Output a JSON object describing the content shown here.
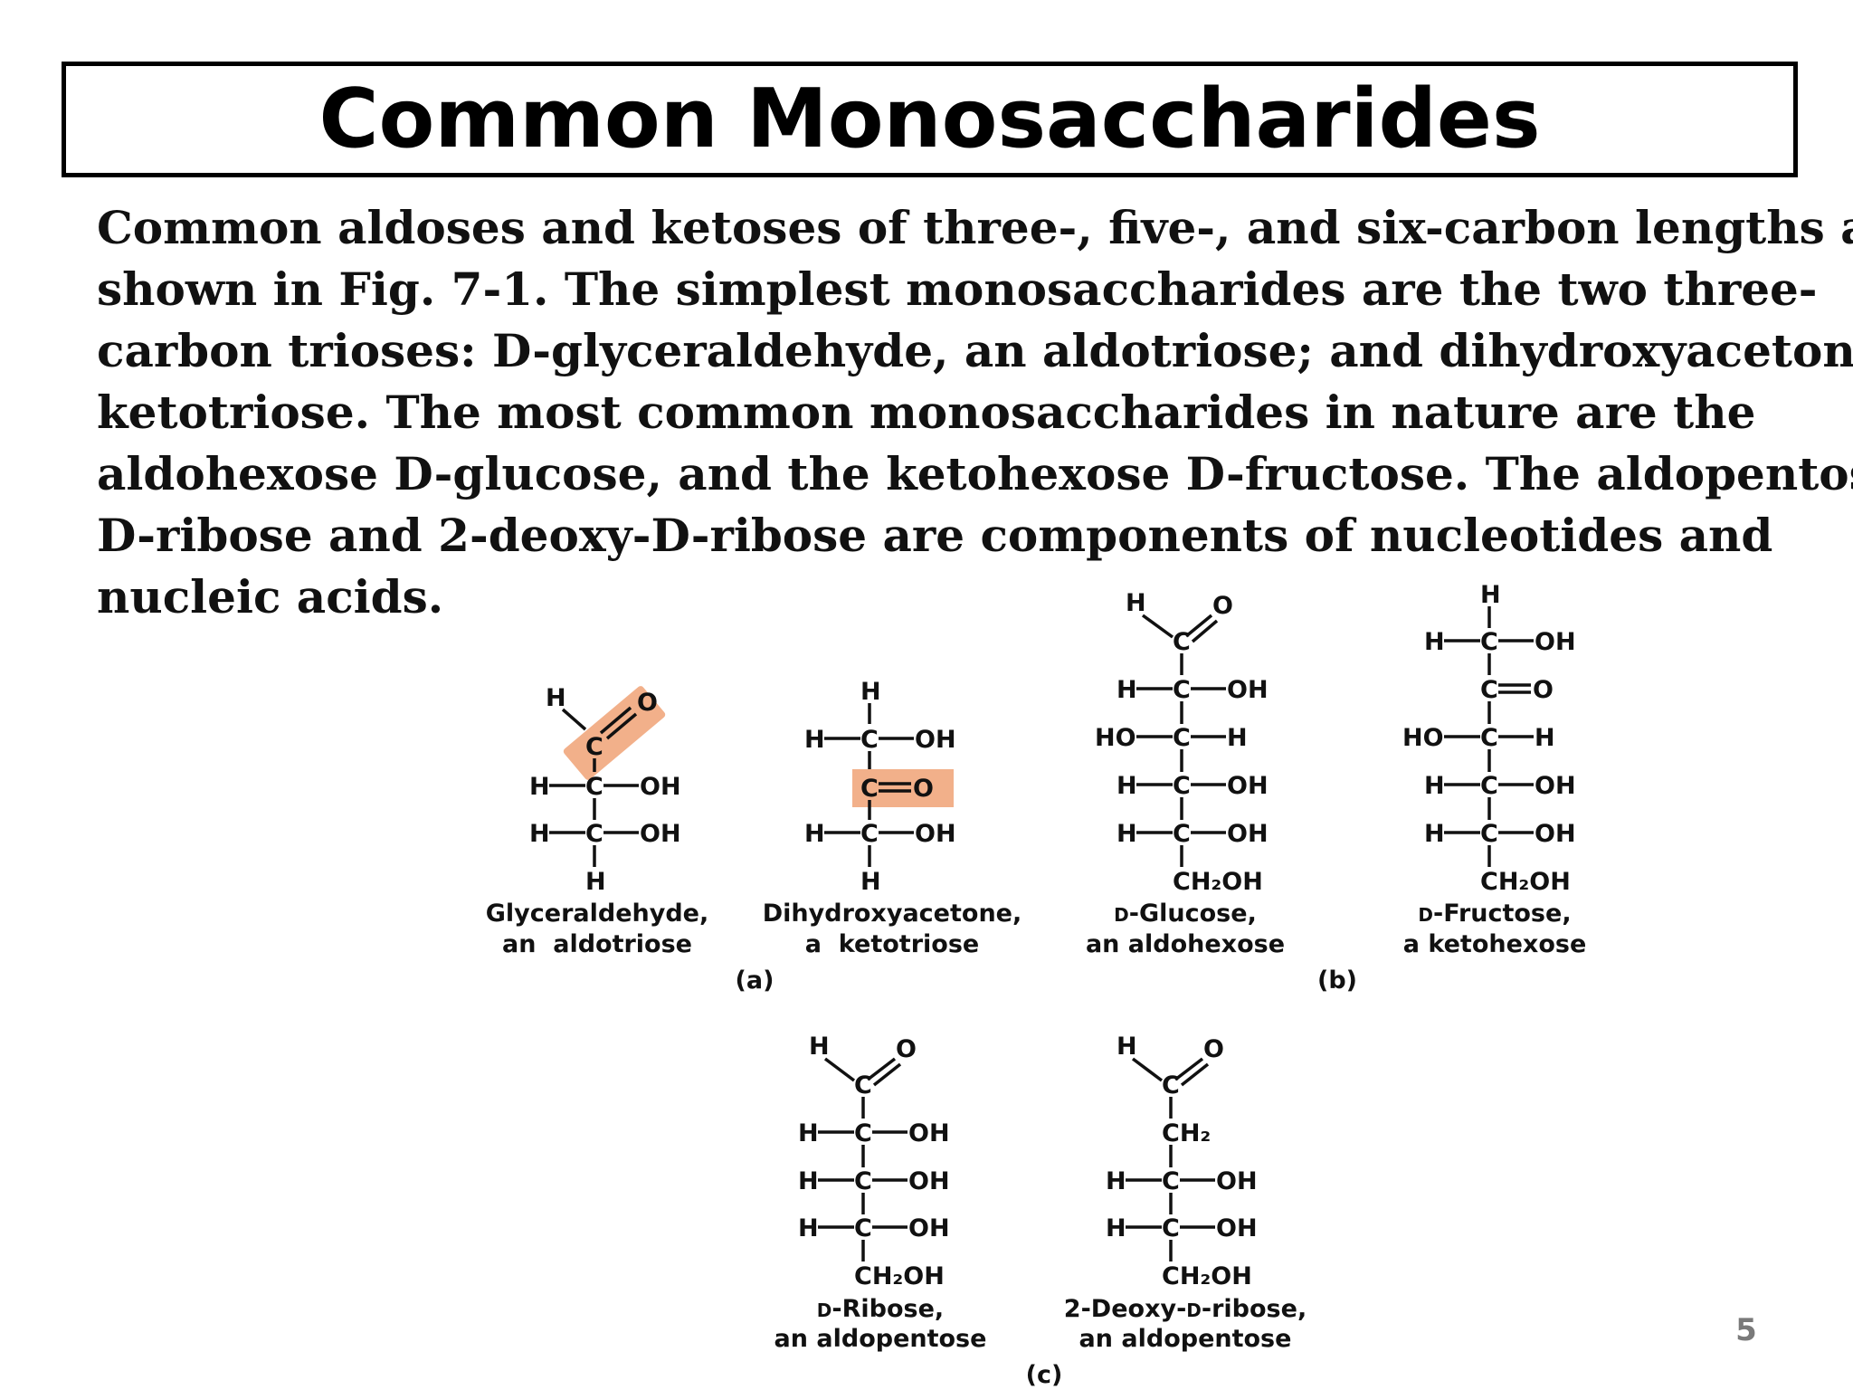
{
  "slide": {
    "title": "Common Monosaccharides",
    "page_number": "5",
    "body_lines": [
      "Common aldoses and ketoses of  three-, five-, and six-carbon lengths are",
      "shown in Fig. 7-1. The simplest monosaccharides are the two three-",
      "carbon trioses: D-glyceraldehyde, an aldotriose; and dihydroxyacetone, a",
      "ketotriose. The most common monosaccharides in nature are the",
      "aldohexose D-glucose, and the ketohexose D-fructose. The aldopentoses",
      "D-ribose and 2-deoxy-D-ribose are components of  nucleotides and",
      "nucleic acids."
    ]
  },
  "figure": {
    "highlight_color": "#f2b08a",
    "atoms": {
      "H": "H",
      "O": "O",
      "C": "C",
      "OH": "OH",
      "HO": "HO",
      "CH2OH": "CH₂OH",
      "CH2": "CH₂"
    },
    "panels": {
      "a": "(a)",
      "b": "(b)",
      "c": "(c)"
    },
    "molecules": {
      "glyceraldehyde": {
        "name": "Glyceraldehyde,",
        "class": "an  aldotriose"
      },
      "dihydroxyacetone": {
        "name": "Dihydroxyacetone,",
        "class": "a  ketotriose"
      },
      "glucose": {
        "name_prefix": "D",
        "name": "-Glucose,",
        "class": "an aldohexose"
      },
      "fructose": {
        "name_prefix": "D",
        "name": "-Fructose,",
        "class": "a ketohexose"
      },
      "ribose": {
        "name_prefix": "D",
        "name": "-Ribose,",
        "class": "an aldopentose"
      },
      "deoxyribose": {
        "name_a": "2-Deoxy-",
        "name_prefix": "D",
        "name_b": "-ribose,",
        "class": "an aldopentose"
      }
    }
  }
}
